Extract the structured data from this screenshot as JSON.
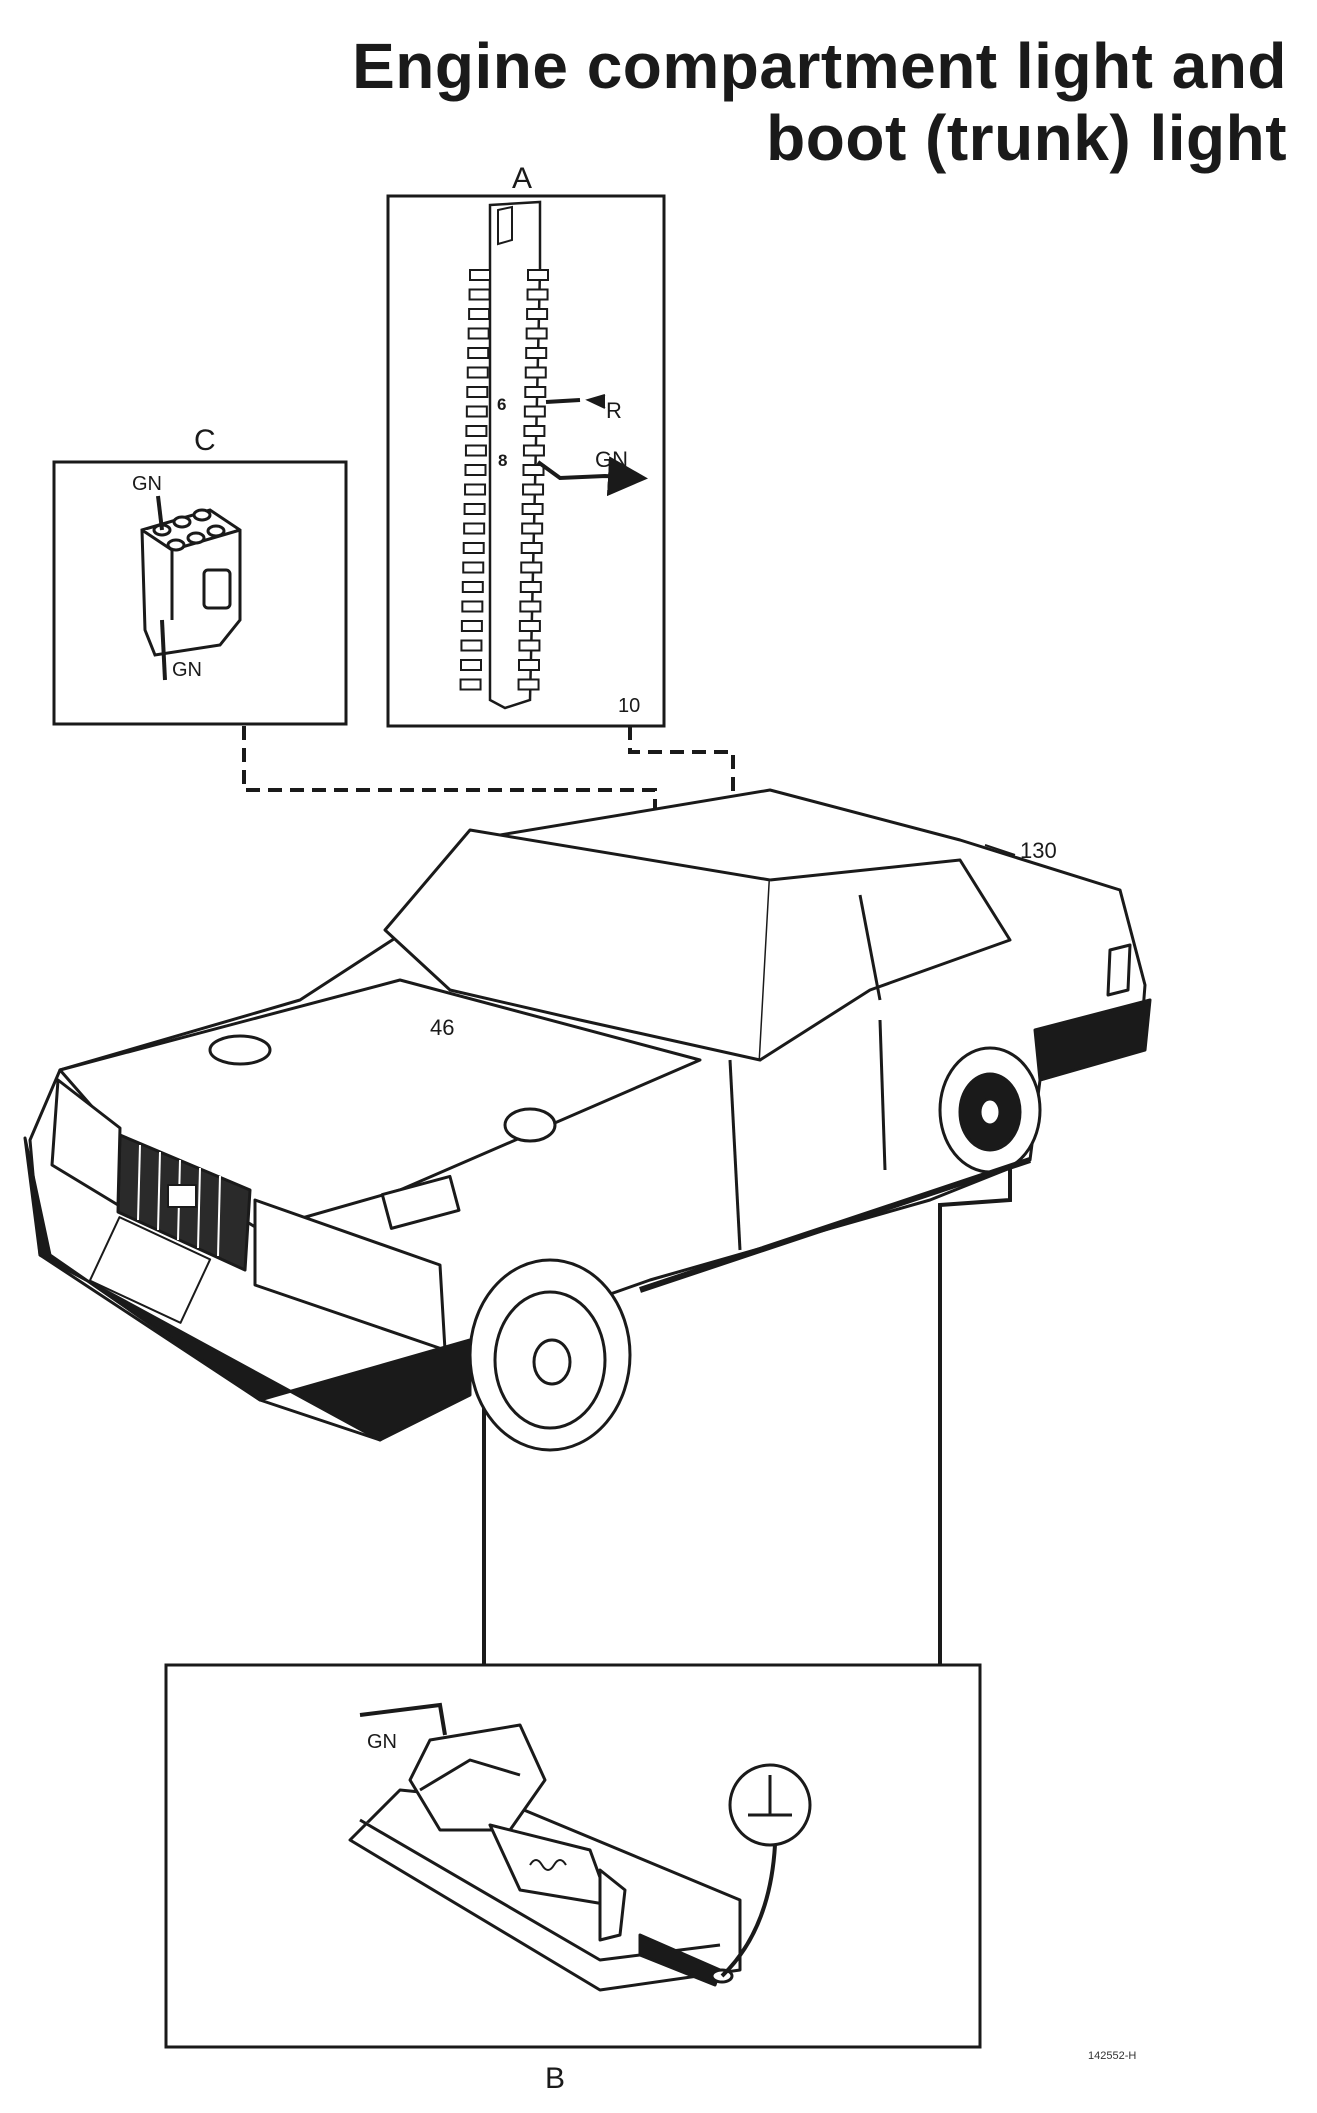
{
  "title": {
    "line1": "Engine compartment light and",
    "line2": "boot (trunk) light"
  },
  "panels": {
    "a": {
      "label": "A",
      "pin_6": "6",
      "pin_8": "8",
      "wire_r": "R",
      "wire_gn": "GN",
      "corner": "10"
    },
    "b": {
      "label": "B",
      "wire_gn": "GN"
    },
    "c": {
      "label": "C",
      "wire_gn_top": "GN",
      "wire_gn_bottom": "GN"
    }
  },
  "car": {
    "ref_46": "46",
    "ref_130": "130"
  },
  "reference_code": "142552-H"
}
